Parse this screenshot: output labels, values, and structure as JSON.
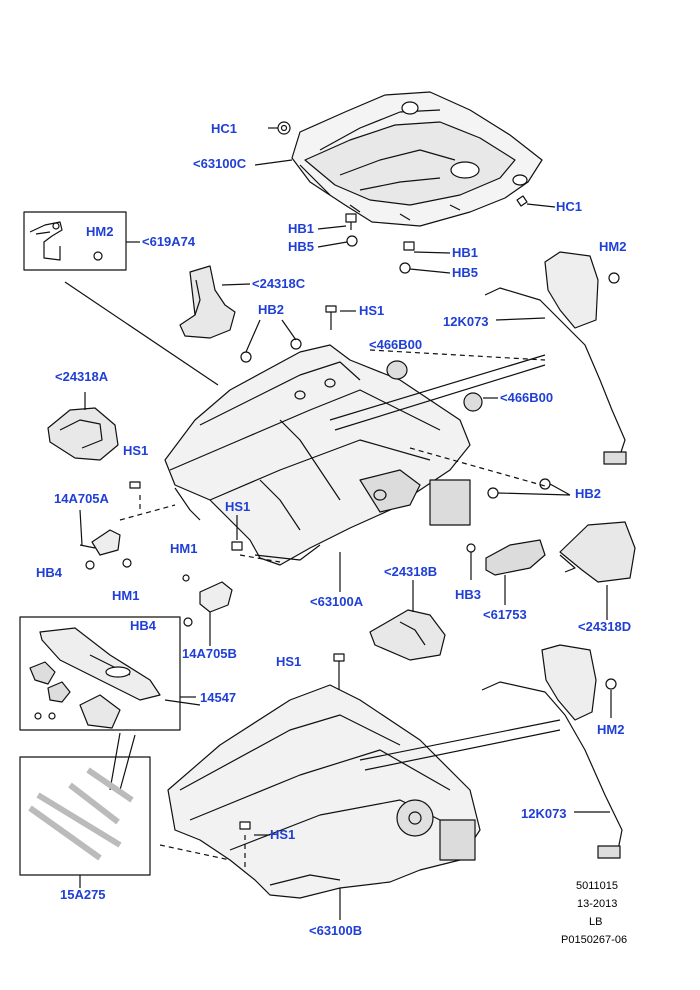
{
  "colors": {
    "label": "#1f3fd6",
    "line": "#000000",
    "part_fill": "#e8e8e8",
    "part_stroke": "#111111"
  },
  "labels": {
    "hc1_top": "HC1",
    "p63100c": "<63100C",
    "hc1_right": "HC1",
    "hb1_left": "HB1",
    "hb5_left": "HB5",
    "hb1_right": "HB1",
    "hb5_right": "HB5",
    "hm2_left": "HM2",
    "p619a74": "<619A74",
    "p24318c": "<24318C",
    "hm2_top_right": "HM2",
    "hb2_top": "HB2",
    "hs1_top": "HS1",
    "p12k073_top": "12K073",
    "p466b00_top": "<466B00",
    "p24318a": "<24318A",
    "p466b00_right": "<466B00",
    "hs1_left": "HS1",
    "p14a705a": "14A705A",
    "hb2_right": "HB2",
    "hs1_mid": "HS1",
    "hm1_mid": "HM1",
    "hb4_left": "HB4",
    "hm1_left": "HM1",
    "p24318b": "<24318B",
    "hb3": "HB3",
    "p63100a": "<63100A",
    "p61753": "<61753",
    "p24318d": "<24318D",
    "hb4_mid": "HB4",
    "p14a705b": "14A705B",
    "hs1_lower": "HS1",
    "p14547": "14547",
    "hm2_lower": "HM2",
    "p12k073_lower": "12K073",
    "hs1_bottom": "HS1",
    "p15a275": "15A275",
    "p63100b": "<63100B"
  },
  "footer": {
    "line1": "5011015",
    "line2": "13-2013",
    "line3": "LB",
    "line4": "P0150267-06"
  }
}
